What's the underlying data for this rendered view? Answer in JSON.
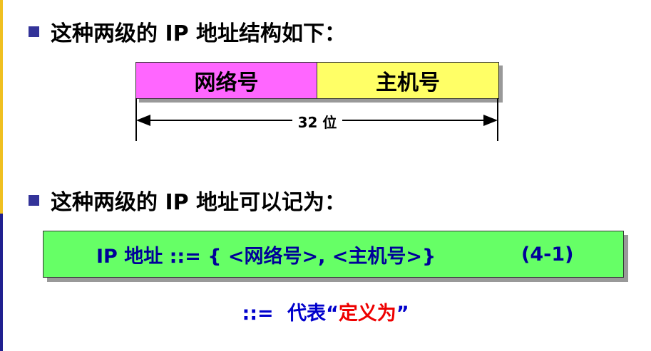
{
  "bullets": {
    "first": "这种两级的 IP 地址结构如下：",
    "second": "这种两级的 IP 地址可以记为："
  },
  "address_structure": {
    "network_field": "网络号",
    "host_field": "主机号",
    "total_length": "32 位"
  },
  "formula": {
    "expression": "IP 地址 ::= { <网络号>, <主机号>}",
    "equation_number": "(4-1)"
  },
  "definition": {
    "symbol": "::=",
    "meaning_prefix": "代表",
    "quote_open": "“",
    "quoted": "定义为",
    "quote_close": "”"
  },
  "colors": {
    "bullet": "#333399",
    "network_field": "#ff66ff",
    "host_field": "#ffff66",
    "formula_bg": "#66ff66",
    "formula_text": "#000099",
    "highlight_red": "#ee0000"
  }
}
